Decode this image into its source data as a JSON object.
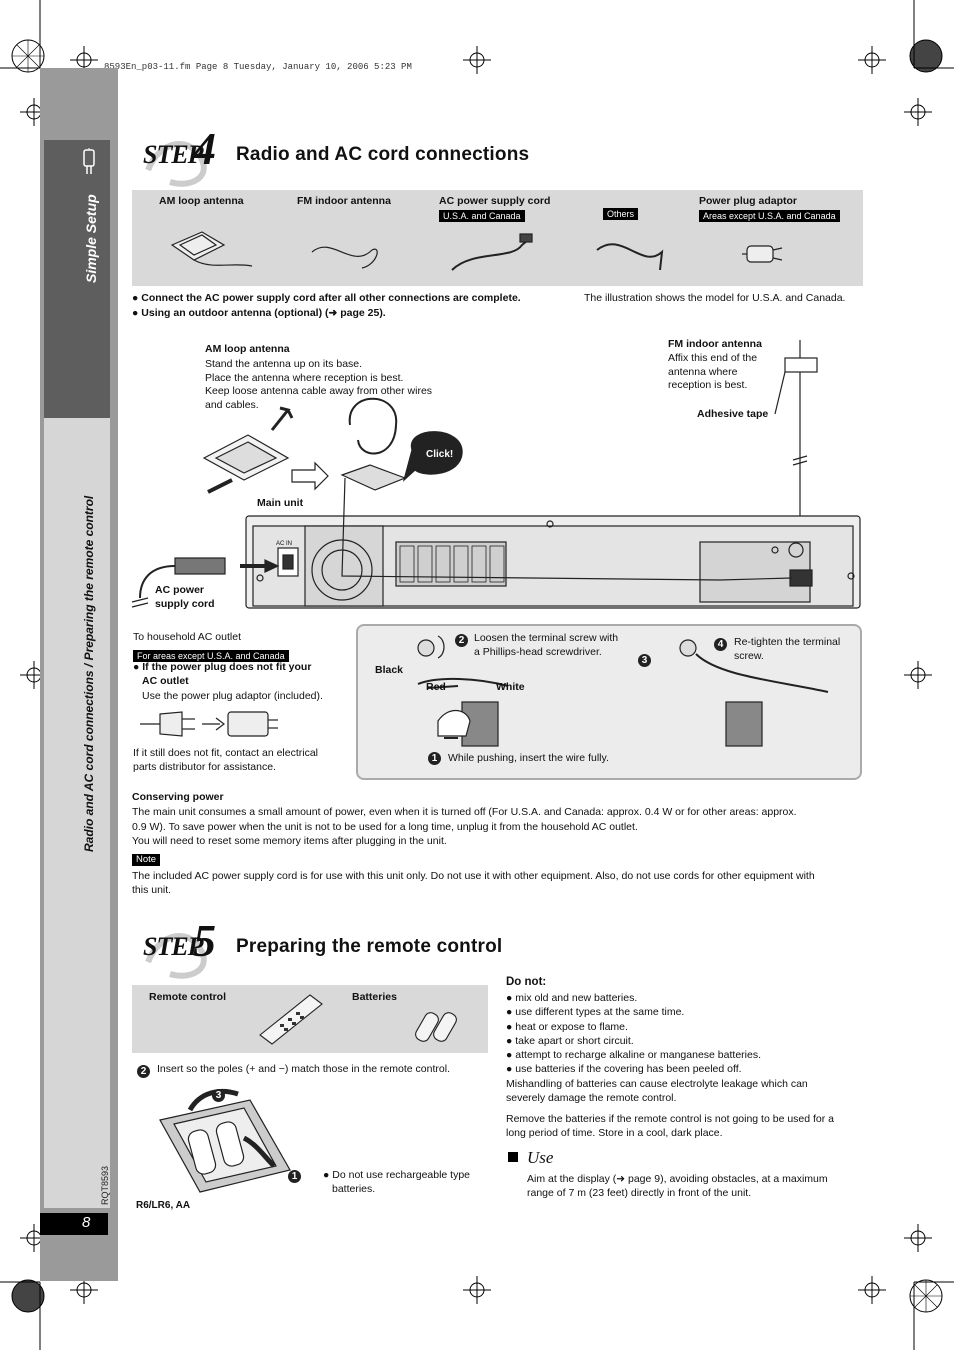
{
  "header": {
    "file_line": "8593En_p03-11.fm  Page 8  Tuesday, January 10, 2006  5:23 PM"
  },
  "sidebar": {
    "top_label": "Simple Setup",
    "bottom_label": "Radio and AC cord connections / Preparing the remote control",
    "doc_code": "RQT8593",
    "page_number": "8"
  },
  "step4": {
    "step_word": "STEP",
    "number": "4",
    "title": "Radio and AC cord connections",
    "accessories": [
      {
        "label": "AM loop antenna",
        "tag": ""
      },
      {
        "label": "FM indoor antenna",
        "tag": ""
      },
      {
        "label": "AC power supply cord",
        "tag": "U.S.A. and Canada"
      },
      {
        "label": "",
        "tag": "Others"
      },
      {
        "label": "Power plug adaptor",
        "tag": "Areas except U.S.A. and Canada"
      }
    ],
    "bullets": [
      "Connect the AC power supply cord after all other connections are complete.",
      "Using an outdoor antenna (optional) (➜ page 25)."
    ],
    "illustration_note": "The illustration shows the model for U.S.A. and Canada.",
    "am_block": {
      "title": "AM loop antenna",
      "lines": [
        "Stand the antenna up on its base.",
        "Place the antenna where reception is best.",
        "Keep loose antenna cable away from other wires",
        "and cables."
      ]
    },
    "fm_block": {
      "title": "FM indoor antenna",
      "lines": [
        "Affix this end of the",
        "antenna where",
        "reception is best."
      ]
    },
    "adhesive_tape": "Adhesive tape",
    "click": "Click!",
    "main_unit": "Main unit",
    "ac_cord_label": [
      "AC power",
      "supply cord"
    ],
    "ac_in": "AC IN",
    "household": "To household AC outlet",
    "areas_tag": "For areas except U.S.A. and Canada",
    "plug_fit": [
      "If the power plug does not fit your",
      "AC outlet"
    ],
    "adaptor_use": "Use the power plug adaptor (included).",
    "still_not_fit": [
      "If it still does not fit, contact an electrical",
      "parts distributor for assistance."
    ],
    "terminal": {
      "step1": "While pushing, insert the wire fully.",
      "step2": [
        "Loosen the terminal screw with",
        "a Phillips-head screwdriver."
      ],
      "step3": "3",
      "step4": [
        "Re-tighten the terminal",
        "screw."
      ],
      "black": "Black",
      "red": "Red",
      "white": "White"
    },
    "conserving": {
      "title": "Conserving power",
      "lines": [
        "The main unit consumes a small amount of power, even when it is turned off (For U.S.A. and Canada: approx. 0.4 W or for other areas: approx.",
        "0.9 W). To save power when the unit is not to be used for a long time, unplug it from the household AC outlet.",
        "You will need to reset some memory items after plugging in the unit."
      ]
    },
    "note_tag": "Note",
    "note_lines": [
      "The included AC power supply cord is for use with this unit only. Do not use it with other equipment. Also, do not use cords for other equipment with",
      "this unit."
    ]
  },
  "step5": {
    "step_word": "STEP",
    "number": "5",
    "title": "Preparing the remote control",
    "box_labels": [
      "Remote control",
      "Batteries"
    ],
    "insert_note": "Insert so the poles (+ and −) match those in the remote control.",
    "battery_type": "R6/LR6, AA",
    "rechargeable": [
      "Do not use rechargeable type",
      "batteries."
    ],
    "do_not_title": "Do not:",
    "do_not": [
      "mix old and new batteries.",
      "use different types at the same time.",
      "heat or expose to flame.",
      "take apart or short circuit.",
      "attempt to recharge alkaline or manganese batteries.",
      "use batteries if the covering has been peeled off."
    ],
    "mishandling": [
      "Mishandling of batteries can cause electrolyte leakage which can",
      "severely damage the remote control."
    ],
    "remove": [
      "Remove the batteries if the remote control is not going to be used for a",
      "long period of time. Store in a cool, dark place."
    ],
    "use_title": "Use",
    "use_text": [
      "Aim at the display (➜ page 9), avoiding obstacles, at a maximum",
      "range of 7 m (23 feet) directly in front of the unit."
    ]
  }
}
